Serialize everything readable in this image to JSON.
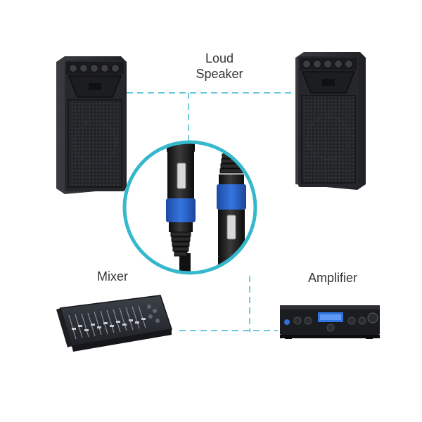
{
  "labels": {
    "speaker_line1": "Loud",
    "speaker_line2": "Speaker",
    "mixer": "Mixer",
    "amplifier": "Amplifier"
  },
  "colors": {
    "accent": "#36b8cc",
    "connector_blue": "#2a63c8",
    "connector_black": "#1c1c1c",
    "cabinet": "#2b2d31"
  },
  "icons": {
    "left_device": "loudspeaker-cabinet",
    "right_device": "loudspeaker-cabinet",
    "center": "speakon-connector-pair",
    "bottom_left": "mixing-console",
    "bottom_right": "stereo-amplifier"
  }
}
